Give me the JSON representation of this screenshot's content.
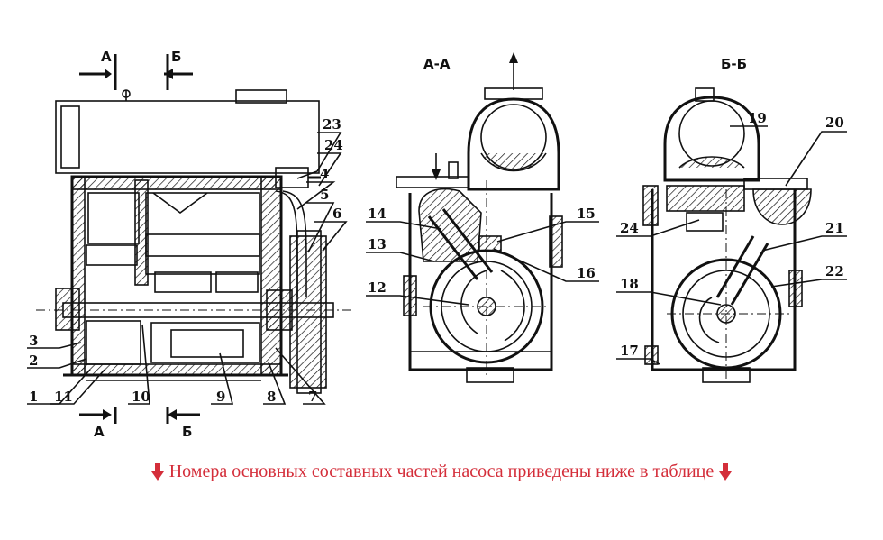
{
  "sections": {
    "a_a": "А-А",
    "b_b": "Б-Б",
    "cut_a": "А",
    "cut_b": "Б"
  },
  "parts": {
    "p1": "1",
    "p2": "2",
    "p3": "3",
    "p4": "4",
    "p5": "5",
    "p6": "6",
    "p7": "7",
    "p8": "8",
    "p9": "9",
    "p10": "10",
    "p11": "11",
    "p12": "12",
    "p13": "13",
    "p14": "14",
    "p15": "15",
    "p16": "16",
    "p17": "17",
    "p18": "18",
    "p19": "19",
    "p20": "20",
    "p21": "21",
    "p22": "22",
    "p23": "23",
    "p24a": "24",
    "p24b": "24"
  },
  "caption": {
    "text": "Номера основных составных частей насоса приведены ниже в таблице",
    "color": "#d42e3a",
    "icon": "arrow-down-icon"
  }
}
